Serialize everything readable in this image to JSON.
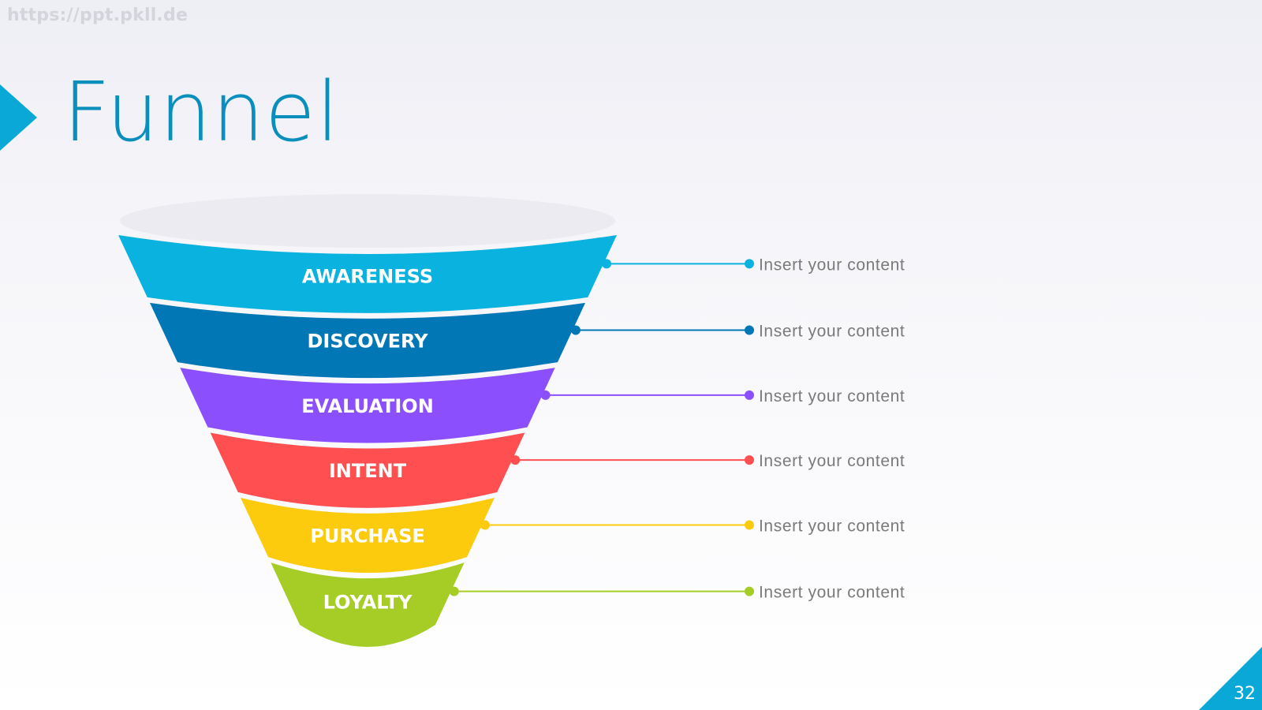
{
  "watermark": "https://ppt.pkll.de",
  "title": "Funnel",
  "page_number": "32",
  "stages": [
    {
      "label": "AWARENESS",
      "color": "#0ab2df",
      "content": "Insert your content"
    },
    {
      "label": "DISCOVERY",
      "color": "#0177b5",
      "content": "Insert your content"
    },
    {
      "label": "EVALUATION",
      "color": "#8c4ffe",
      "content": "Insert your content"
    },
    {
      "label": "INTENT",
      "color": "#ff4f51",
      "content": "Insert your content"
    },
    {
      "label": "PURCHASE",
      "color": "#fdcb0e",
      "content": "Insert your content"
    },
    {
      "label": "LOYALTY",
      "color": "#a5cd26",
      "content": "Insert your content"
    }
  ],
  "colors": {
    "accent": "#0aa8d6",
    "title": "#0a8fbd",
    "funnel_top": "#ebebf1",
    "content_text": "#7a7a7a"
  }
}
